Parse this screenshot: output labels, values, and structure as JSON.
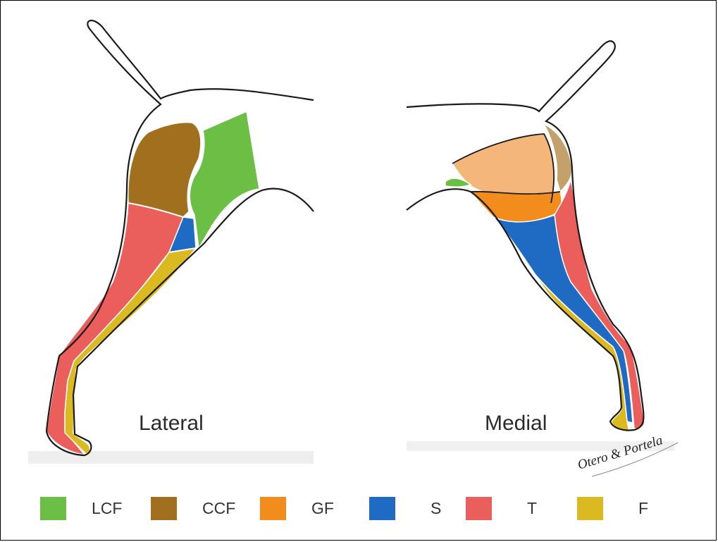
{
  "views": {
    "lateral_label": "Lateral",
    "medial_label": "Medial"
  },
  "signature": "Otero & Portela",
  "legend": [
    {
      "label": "LCF",
      "color": "#6cbf45"
    },
    {
      "label": "CCF",
      "color": "#a0701e"
    },
    {
      "label": "GF",
      "color": "#f28c1c"
    },
    {
      "label": "S",
      "color": "#1f6bc4"
    },
    {
      "label": "T",
      "color": "#ea5f5c"
    },
    {
      "label": "F",
      "color": "#dbb920"
    }
  ],
  "colors": {
    "LCF": "#6cbf45",
    "CCF": "#a0701e",
    "CCF_light": "#c4a06a",
    "GF": "#f28c1c",
    "GF_light": "#f5b67a",
    "S": "#1f6bc4",
    "T": "#ea5f5c",
    "F": "#dbb920",
    "outline": "#1a1a1a"
  }
}
